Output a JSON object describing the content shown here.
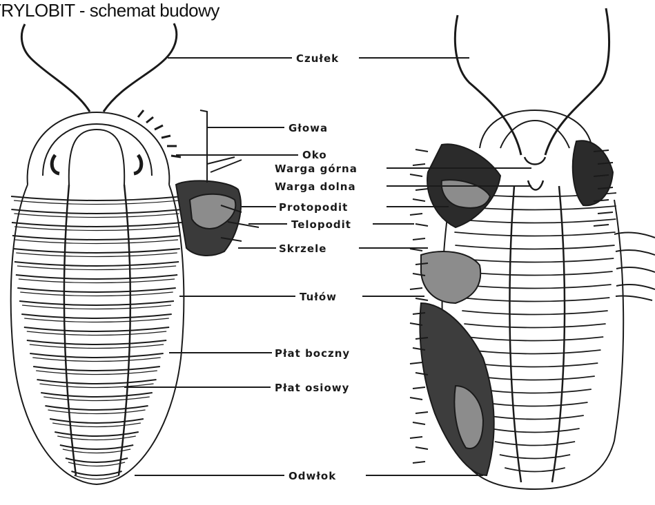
{
  "title": "TRYLOBIT - schemat budowy",
  "labels": {
    "czulek": "Czułek",
    "glowa": "Głowa",
    "oko": "Oko",
    "warga_gorna": "Warga górna",
    "warga_dolna": "Warga dolna",
    "protopodit": "Protopodit",
    "telopodit": "Telopodit",
    "skrzela": "Skrzele",
    "tulow": "Tułów",
    "plat_boczny": "Płat boczny",
    "plat_osiowy": "Płat osiowy",
    "odwlok": "Odwłok"
  },
  "colors": {
    "ink": "#1a1a1a",
    "gill": "#8c8c8c",
    "paper": "#ffffff"
  }
}
